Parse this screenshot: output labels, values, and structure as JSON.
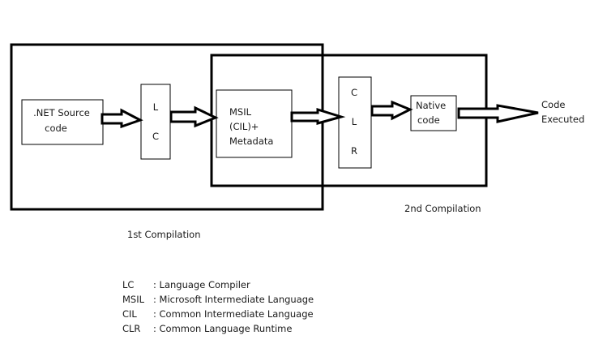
{
  "diagram": {
    "boxes": {
      "source": {
        "lines": [
          ".NET Source",
          "code"
        ]
      },
      "lc": {
        "lines": [
          "L",
          "C"
        ]
      },
      "msil": {
        "lines": [
          "MSIL",
          "(CIL)+",
          "Metadata"
        ]
      },
      "clr": {
        "lines": [
          "C",
          "L",
          "R"
        ]
      },
      "native": {
        "lines": [
          "Native",
          "code"
        ]
      }
    },
    "output": {
      "lines": [
        "Code",
        "Executed"
      ]
    },
    "regions": {
      "first": "1st Compilation",
      "second": "2nd Compilation"
    }
  },
  "legend": [
    {
      "term": "LC",
      "sep": " : ",
      "definition": "Language Compiler"
    },
    {
      "term": "MSIL",
      "sep": ": ",
      "definition": "Microsoft Intermediate Language"
    },
    {
      "term": "CIL",
      "sep": " : ",
      "definition": "Common Intermediate Language"
    },
    {
      "term": "CLR",
      "sep": " : ",
      "definition": "Common Language Runtime"
    }
  ]
}
